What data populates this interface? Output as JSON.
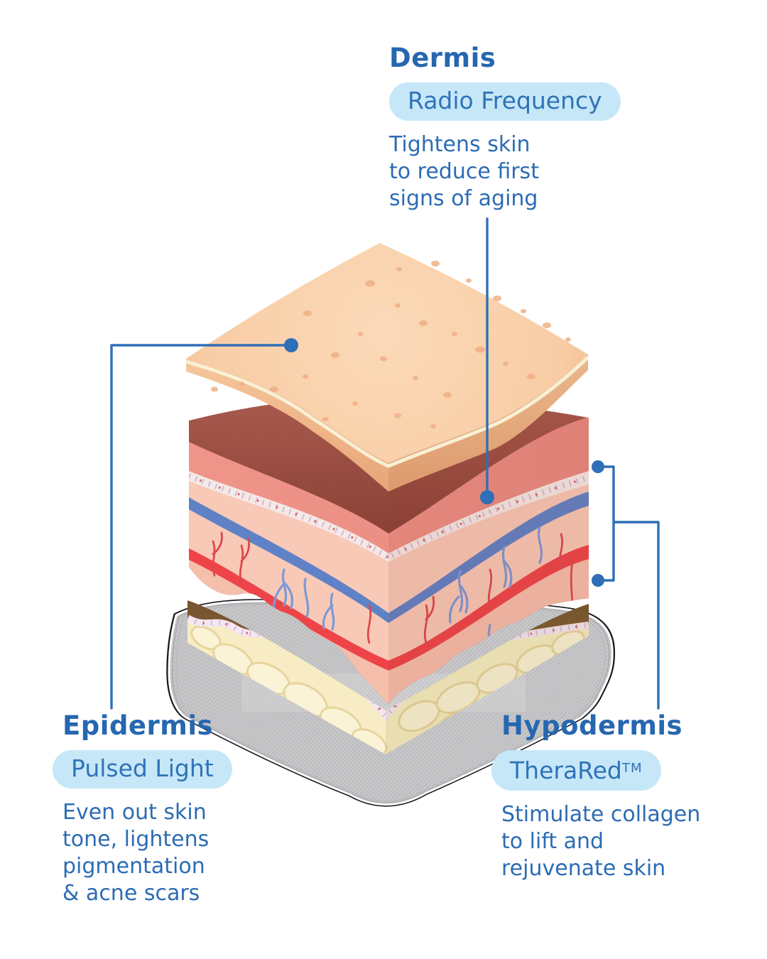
{
  "labels": {
    "dermis": {
      "heading": "Dermis",
      "treatment": "Radio Frequency",
      "description": "Tightens skin\nto reduce first\nsigns of aging"
    },
    "epidermis": {
      "heading": "Epidermis",
      "treatment": "Pulsed Light",
      "description": "Even out skin\ntone, lightens\npigmentation\n& acne scars"
    },
    "hypodermis": {
      "heading": "Hypodermis",
      "treatment": "TheraRed",
      "treatment_suffix": "TM",
      "description": "Stimulate collagen\nto lift and\nrejuvenate skin"
    }
  },
  "colors": {
    "heading_text": "#2667b0",
    "body_text": "#2c6cb4",
    "pill_background": "#c6e7f7",
    "pill_text": "#2f73b8",
    "leader_line": "#2e6fb7",
    "epidermis_surface": "#fad6b2",
    "dermis_top": "#9a4f43",
    "dermis_salmon": "#ef9287",
    "dermis_pink": "#f9c9b7",
    "vessel_blue": "#5f82c7",
    "vessel_red": "#ee4449",
    "hypodermis_brown": "#8a6642",
    "fat_yellow": "#f7ecc4",
    "platform_gray": "#c9c9cb"
  }
}
